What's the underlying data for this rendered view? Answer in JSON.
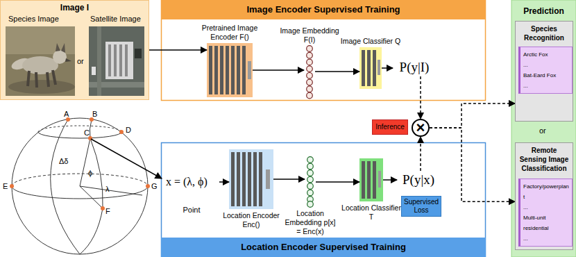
{
  "diagram": {
    "nodes": [
      {
        "text": [
          "Image I"
        ]
      },
      {
        "text": [
          "Image Encoder Supervised Training"
        ]
      },
      {
        "text": [
          "Pretrained Image Encoder F()"
        ],
        "in": 1
      },
      {
        "text": [
          "Image Embedding F(I)"
        ],
        "in": 1
      },
      {
        "text": [
          "Image Classifier Q"
        ],
        "in": 1
      },
      {
        "text": [
          "P(y|I)"
        ],
        "in": 1
      },
      {
        "text": [
          "Prediction"
        ]
      },
      {
        "text": [
          "Species Recognition"
        ],
        "in": 6
      },
      {
        "text": [
          "Arctic Fox",
          "...",
          "Bat-Eard Fox",
          "..."
        ],
        "in": 7
      },
      {
        "text": [
          "Remote Sensing Image Classification"
        ],
        "in": 6
      },
      {
        "text": [
          "Factory/powerplant",
          "...",
          "Multi-unit residential",
          "..."
        ],
        "in": 9
      },
      {
        "text": [
          "Inference"
        ]
      },
      {
        "text": [
          "×"
        ]
      },
      {
        "text": [
          "Location Encoder Supervised Training"
        ]
      },
      {
        "text": [
          "x = (λ, ϕ)",
          "Point"
        ],
        "in": 13
      },
      {
        "text": [
          "Location Encoder Enc()"
        ],
        "in": 13
      },
      {
        "text": [
          "Location Embedding p[x] = Enc(x)"
        ],
        "in": 13
      },
      {
        "text": [
          "Location Classifier T"
        ],
        "in": 13
      },
      {
        "text": [
          "P(y|x)"
        ],
        "in": 13
      },
      {
        "text": [
          "Supervised Loss"
        ],
        "in": 13
      }
    ],
    "edges": [
      {
        "from": 0,
        "to": 2,
        "arrow": "to"
      },
      {
        "from": 2,
        "to": 3,
        "arrow": "to"
      },
      {
        "from": 3,
        "to": 4,
        "arrow": "to"
      },
      {
        "from": 4,
        "to": 5,
        "arrow": "to"
      },
      {
        "from": 5,
        "to": 12,
        "arrow": "to"
      },
      {
        "from": 14,
        "to": 15,
        "arrow": "to"
      },
      {
        "from": 15,
        "to": 16,
        "arrow": "to"
      },
      {
        "from": 16,
        "to": 17,
        "arrow": "to"
      },
      {
        "from": 17,
        "to": 18,
        "arrow": "to"
      },
      {
        "from": 18,
        "to": 12,
        "arrow": "to"
      },
      {
        "from": 12,
        "to": 7,
        "arrow": "to"
      },
      {
        "from": 12,
        "to": 9,
        "arrow": "to"
      }
    ],
    "labels": [
      "Species Image",
      "or",
      "Satellite Image",
      "A",
      "B",
      "C",
      "D",
      "E",
      "F",
      "G",
      "Δδ",
      "ϕ",
      "λ",
      "or"
    ]
  }
}
